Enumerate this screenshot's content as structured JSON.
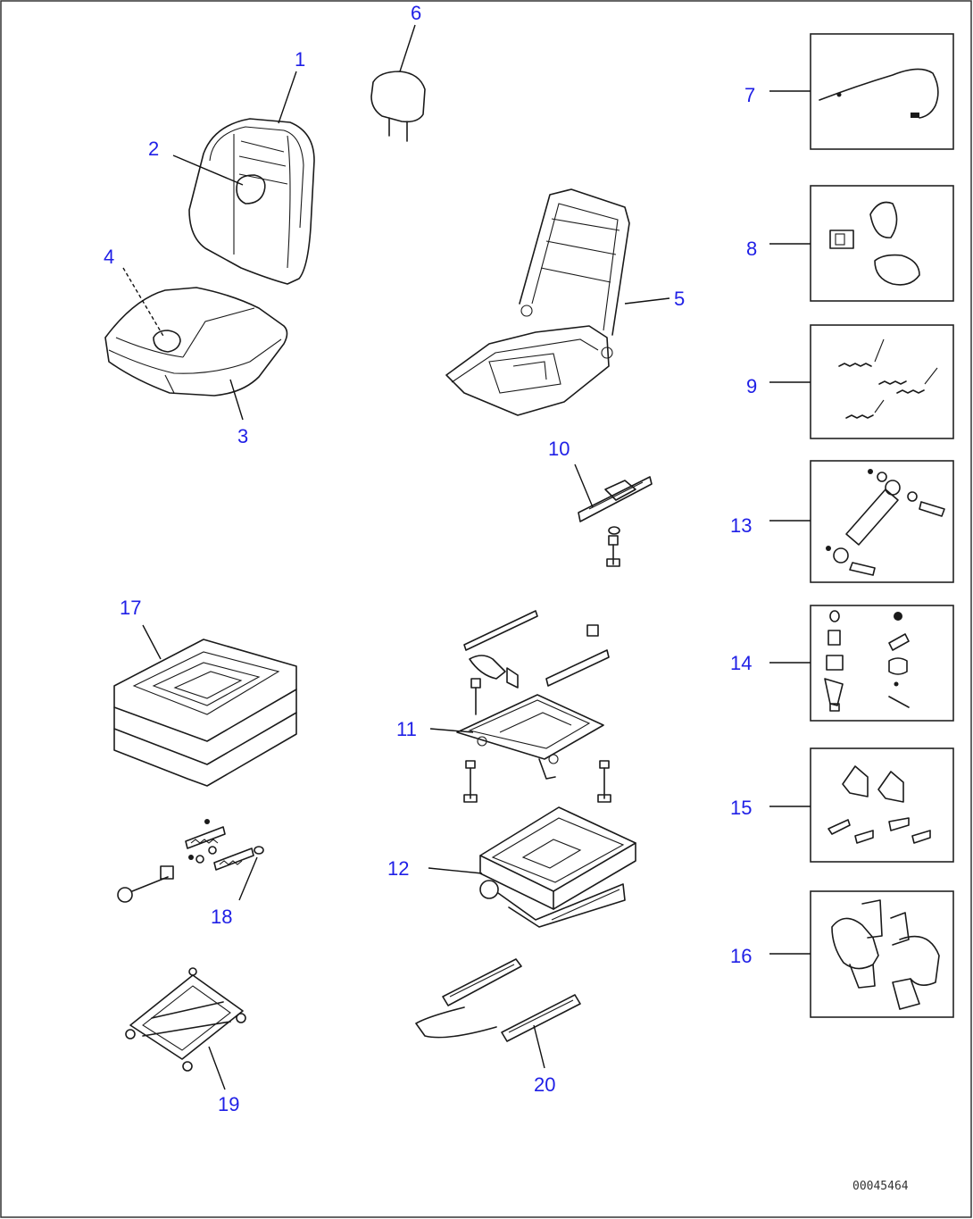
{
  "drawing": {
    "code": "00045464",
    "callouts": [
      "1",
      "2",
      "3",
      "4",
      "5",
      "6",
      "7",
      "8",
      "9",
      "10",
      "11",
      "12",
      "13",
      "14",
      "15",
      "16",
      "17",
      "18",
      "19",
      "20"
    ]
  }
}
